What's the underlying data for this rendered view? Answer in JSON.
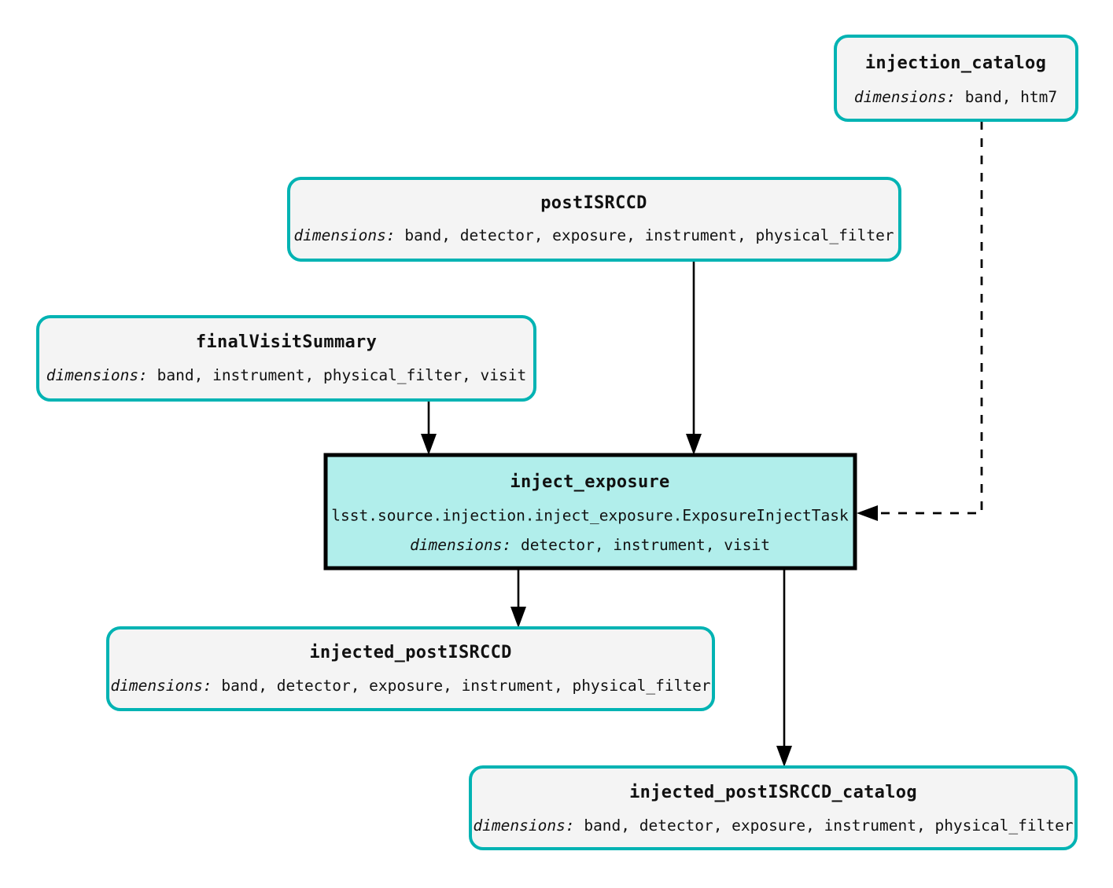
{
  "diagram": {
    "type": "pipeline-task-graph",
    "background_color": "#ffffff",
    "dataset_node_color": "#00b3b3",
    "dataset_fill_color": "#f4f4f4",
    "task_fill_color": "#b1eeeb",
    "task_border_color": "#000000",
    "dimensions_label": "dimensions:",
    "nodes": {
      "injection_catalog": {
        "title": "injection_catalog",
        "dimensions_label": "dimensions:",
        "dimensions_value": "band, htm7",
        "kind": "dataset"
      },
      "postISRCCD": {
        "title": "postISRCCD",
        "dimensions_label": "dimensions:",
        "dimensions_value": "band, detector, exposure, instrument, physical_filter",
        "kind": "dataset"
      },
      "finalVisitSummary": {
        "title": "finalVisitSummary",
        "dimensions_label": "dimensions:",
        "dimensions_value": "band, instrument, physical_filter, visit",
        "kind": "dataset"
      },
      "inject_exposure": {
        "title": "inject_exposure",
        "task_class": "lsst.source.injection.inject_exposure.ExposureInjectTask",
        "dimensions_label": "dimensions:",
        "dimensions_value": "detector, instrument, visit",
        "kind": "task"
      },
      "injected_postISRCCD": {
        "title": "injected_postISRCCD",
        "dimensions_label": "dimensions:",
        "dimensions_value": "band, detector, exposure, instrument, physical_filter",
        "kind": "dataset"
      },
      "injected_postISRCCD_catalog": {
        "title": "injected_postISRCCD_catalog",
        "dimensions_label": "dimensions:",
        "dimensions_value": "band, detector, exposure, instrument, physical_filter",
        "kind": "dataset"
      }
    },
    "edges": [
      {
        "from": "postISRCCD",
        "to": "inject_exposure",
        "style": "solid"
      },
      {
        "from": "finalVisitSummary",
        "to": "inject_exposure",
        "style": "solid"
      },
      {
        "from": "injection_catalog",
        "to": "inject_exposure",
        "style": "dashed"
      },
      {
        "from": "inject_exposure",
        "to": "injected_postISRCCD",
        "style": "solid"
      },
      {
        "from": "inject_exposure",
        "to": "injected_postISRCCD_catalog",
        "style": "solid"
      }
    ]
  }
}
